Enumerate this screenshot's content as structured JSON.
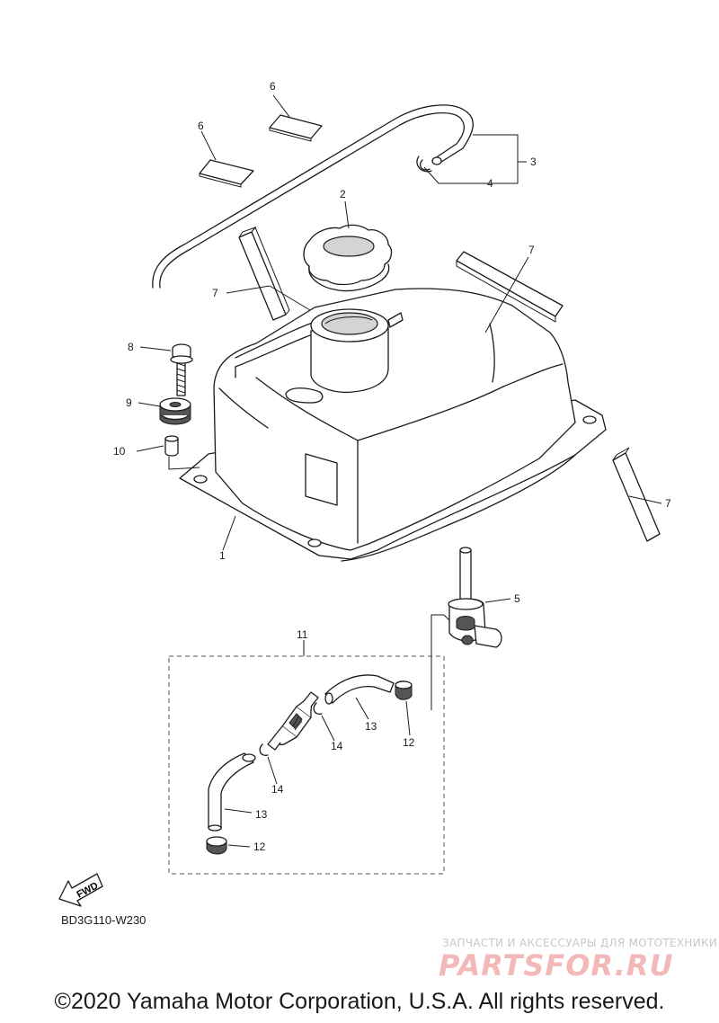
{
  "diagram": {
    "callouts": [
      {
        "id": "c1",
        "label": "1"
      },
      {
        "id": "c2",
        "label": "2"
      },
      {
        "id": "c3",
        "label": "3"
      },
      {
        "id": "c4",
        "label": "4"
      },
      {
        "id": "c5",
        "label": "5"
      },
      {
        "id": "c6a",
        "label": "6"
      },
      {
        "id": "c6b",
        "label": "6"
      },
      {
        "id": "c7a",
        "label": "7"
      },
      {
        "id": "c7b",
        "label": "7"
      },
      {
        "id": "c7c",
        "label": "7"
      },
      {
        "id": "c8",
        "label": "8"
      },
      {
        "id": "c9",
        "label": "9"
      },
      {
        "id": "c10",
        "label": "10"
      },
      {
        "id": "c11",
        "label": "11"
      },
      {
        "id": "c12a",
        "label": "12"
      },
      {
        "id": "c12b",
        "label": "12"
      },
      {
        "id": "c13a",
        "label": "13"
      },
      {
        "id": "c13b",
        "label": "13"
      },
      {
        "id": "c14a",
        "label": "14"
      },
      {
        "id": "c14b",
        "label": "14"
      }
    ],
    "fwd_label": "FWD",
    "diagram_code": "BD3G110-W230"
  },
  "watermark": {
    "tagline": "ЗАПЧАСТИ И АКСЕССУАРЫ ДЛЯ МОТОТЕХНИКИ",
    "logo": "PARTSFOR.RU",
    "logo_color": "#f3b8b8"
  },
  "footer": {
    "copyright": "©2020 Yamaha Motor Corporation, U.S.A. All rights reserved."
  }
}
